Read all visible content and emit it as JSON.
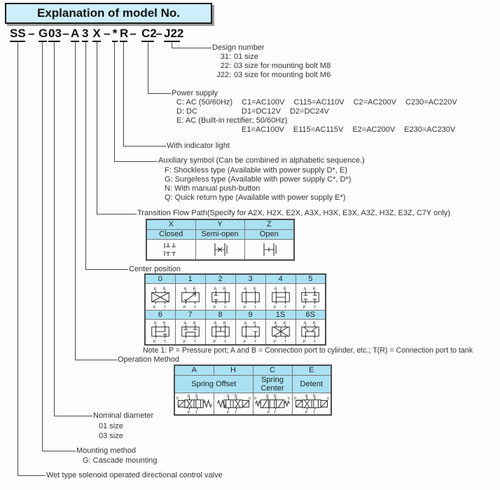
{
  "title": "Explanation of model No.",
  "model": {
    "parts": [
      "SS",
      "–",
      "G",
      "03",
      "–",
      "A",
      "3",
      "X",
      "–",
      "*",
      "R",
      "–",
      "C2",
      "–",
      "J22"
    ]
  },
  "design_number": {
    "label": "Design number",
    "rows": [
      {
        "code": "31:",
        "desc": "01 size"
      },
      {
        "code": "22:",
        "desc": "03 size for mounting bolt M8"
      },
      {
        "code": "J22:",
        "desc": "03 size for mounting bolt M6"
      }
    ]
  },
  "power_supply": {
    "label": "Power supply",
    "rows": [
      {
        "label": "C: AC (50/60Hz)",
        "v1": "C1=AC100V",
        "v2": "C115=AC110V",
        "v3": "C2=AC200V",
        "v4": "C230=AC220V"
      },
      {
        "label": "D: DC",
        "v1": "D1=DC12V",
        "v2": "D2=DC24V",
        "v3": "",
        "v4": ""
      },
      {
        "label": "E: AC (Built-in rectifier; 50/60Hz)",
        "v1": "",
        "v2": "",
        "v3": "",
        "v4": ""
      },
      {
        "label": "",
        "v1": "E1=AC100V",
        "v2": "E115=AC115V",
        "v3": "E2=AC200V",
        "v4": "E230=AC230V"
      }
    ]
  },
  "indicator": {
    "label": "With indicator light"
  },
  "auxiliary": {
    "label": "Auxiliary symbol (Can be combined in alphabetic sequence.)",
    "rows": [
      "F: Shockless type (Available with power supply D*, E)",
      "G: Surgeless type (Available with power supply C*, D*)",
      "N: With manual push-button",
      "Q: Quick return type (Available with power supply E*)"
    ]
  },
  "transition": {
    "label": "Transition Flow Path(Specify for A2X, H2X, E2X, A3X, H3X, E3X, A3Z, H3Z, E3Z, C7Y only)",
    "columns": [
      "X",
      "Y",
      "Z"
    ],
    "states": [
      "Closed",
      "Semi-open",
      "Open"
    ]
  },
  "center_position": {
    "label": "Center position",
    "row1": [
      "0",
      "1",
      "2",
      "3",
      "4",
      "5"
    ],
    "row2": [
      "6",
      "7",
      "8",
      "9",
      "1S",
      "6S"
    ],
    "note": "Note 1: P = Pressure port; A and B = Connection port to cylinder, etc.; T(R) = Connection port to tank"
  },
  "operation": {
    "label": "Operation Method",
    "columns": [
      "A",
      "H",
      "C",
      "E"
    ],
    "types": [
      "Spring Offset",
      "Spring Center",
      "Detent"
    ]
  },
  "nominal": {
    "label": "Nominal diameter",
    "rows": [
      "01 size",
      "03 size"
    ]
  },
  "mounting": {
    "label": "Mounting method",
    "rows": [
      "G: Cascade mounting"
    ]
  },
  "wet": {
    "label": "Wet type solenoid operated directional control valve"
  },
  "colors": {
    "header_fill": "#a9e1f3",
    "title_fill": "#cdeefb",
    "line": "#4a4a4a"
  }
}
